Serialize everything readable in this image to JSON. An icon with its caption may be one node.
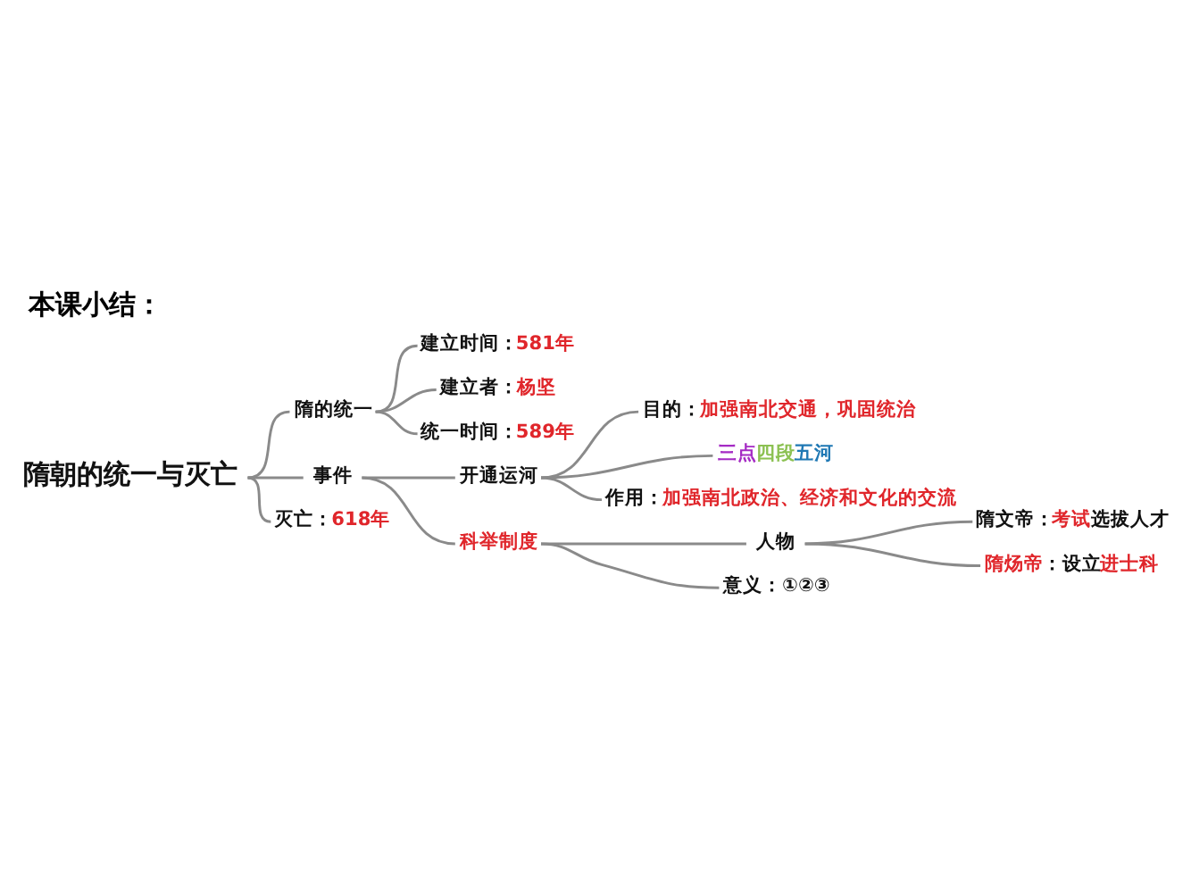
{
  "diagram": {
    "title": "本课小结：",
    "nodes": [
      {
        "text": [
          "隋朝的统一与灭亡"
        ]
      },
      {
        "text": [
          "隋的统一"
        ]
      },
      {
        "text": [
          "建立时间：",
          "581年"
        ]
      },
      {
        "text": [
          "建立者：",
          "杨坚"
        ]
      },
      {
        "text": [
          "统一时间：",
          "589年"
        ]
      },
      {
        "text": [
          "事件"
        ]
      },
      {
        "text": [
          "开通运河"
        ]
      },
      {
        "text": [
          "目的：",
          "加强南北交通，巩固统治"
        ]
      },
      {
        "text": [
          "三点",
          "四段",
          "五河"
        ]
      },
      {
        "text": [
          "作用：",
          "加强南北政治、经济和文化的交流"
        ]
      },
      {
        "text": [
          "科举制度"
        ]
      },
      {
        "text": [
          "人物"
        ]
      },
      {
        "text": [
          "隋文帝：",
          "考试",
          "选拔人才"
        ]
      },
      {
        "text": [
          "隋炀帝",
          "：设立",
          "进士科"
        ]
      },
      {
        "text": [
          "意义：①②③"
        ]
      },
      {
        "text": [
          "灭亡：",
          "618年"
        ]
      }
    ],
    "edges": [
      {
        "from": 0,
        "to": 1,
        "arrow": "none"
      },
      {
        "from": 1,
        "to": 2,
        "arrow": "none"
      },
      {
        "from": 1,
        "to": 3,
        "arrow": "none"
      },
      {
        "from": 1,
        "to": 4,
        "arrow": "none"
      },
      {
        "from": 0,
        "to": 5,
        "arrow": "none"
      },
      {
        "from": 5,
        "to": 6,
        "arrow": "none"
      },
      {
        "from": 6,
        "to": 7,
        "arrow": "none"
      },
      {
        "from": 6,
        "to": 8,
        "arrow": "none"
      },
      {
        "from": 6,
        "to": 9,
        "arrow": "none"
      },
      {
        "from": 5,
        "to": 10,
        "arrow": "none"
      },
      {
        "from": 10,
        "to": 11,
        "arrow": "none"
      },
      {
        "from": 11,
        "to": 12,
        "arrow": "none"
      },
      {
        "from": 11,
        "to": 13,
        "arrow": "none"
      },
      {
        "from": 10,
        "to": 14,
        "arrow": "none"
      },
      {
        "from": 0,
        "to": 15,
        "arrow": "none"
      }
    ]
  }
}
